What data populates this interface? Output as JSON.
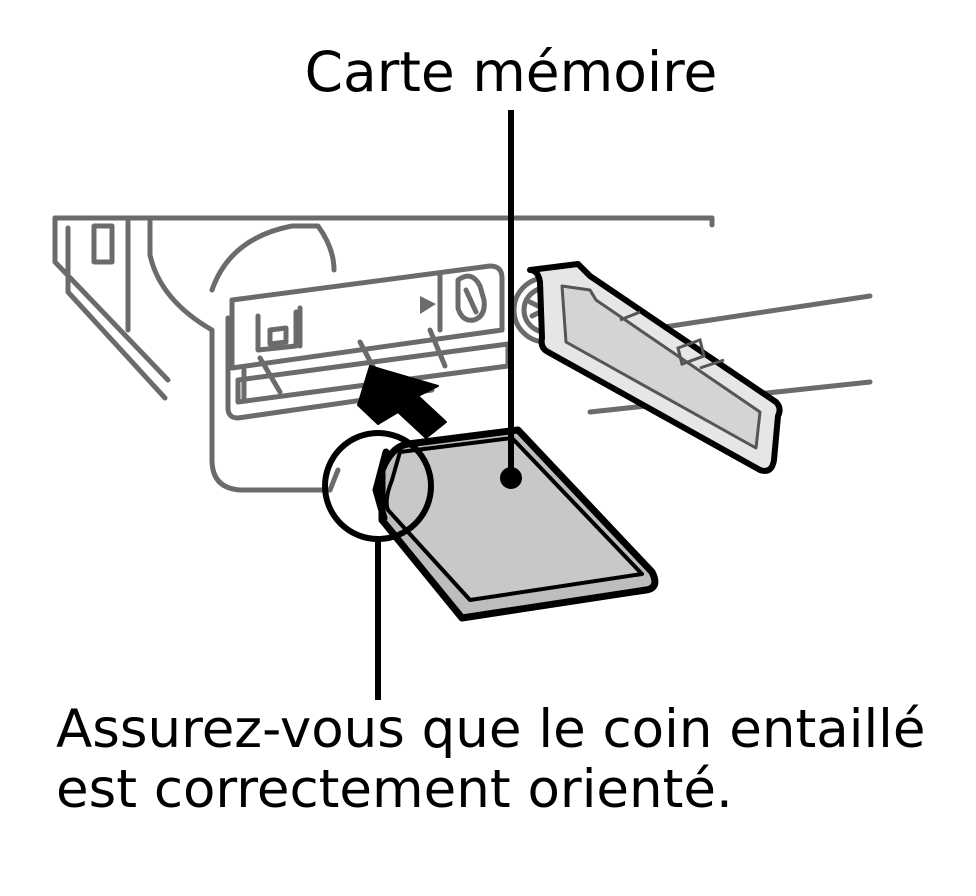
{
  "callouts": {
    "memory_card_label": "Carte mémoire",
    "notch_hint_line1": "Assurez-vous que le coin entaillé",
    "notch_hint_line2": "est correctement orienté."
  },
  "colors": {
    "ink": "#000000",
    "camera_outline": "#6b6b6b",
    "card_fill": "#c8c8c8",
    "background": "#ffffff"
  }
}
